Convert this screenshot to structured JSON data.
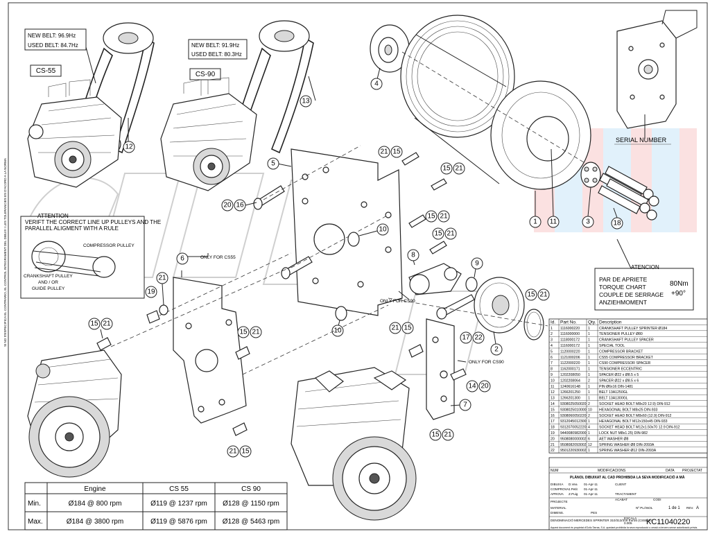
{
  "belt_labels": {
    "cs55": {
      "tag": "CS-55",
      "new": "NEW BELT: 96.9Hz",
      "used": "USED BELT: 84.7Hz"
    },
    "cs90": {
      "tag": "CS-90",
      "new": "NEW BELT: 91.9Hz",
      "used": "USED BELT: 80.3Hz"
    }
  },
  "serial_label": "SERIAL NUMBER",
  "attention": {
    "title": "ATTENTION",
    "line1": "VERIFT THE CORRECT LINE UP PULLEYS AND THE",
    "line2": "PARALLEL ALIGMENT WITH A RULE",
    "compressor": "COMPRESSOR PULLEY",
    "crank1": "CRANKSHAFT PULLEY",
    "crank2": "AND / OR",
    "crank3": "GUIDE PULLEY"
  },
  "atencion": {
    "title": "ATENCION",
    "lines": [
      "PAR DE APRIETE",
      "TORQUE CHART",
      "COUPLE DE SERRAGE",
      "ANZIEHMOMENT"
    ],
    "value1": "80Nm",
    "value2": "+90°"
  },
  "callouts": {
    "only_cs55": "ONLY FOR CS55",
    "only_cs90_a": "ONLY FOR CS90",
    "only_cs90_b": "ONLY FOR CS90"
  },
  "side_note": "SI NO S'ESPECIFICA EL CONTRARIO, EL CONTROL INTEGRAMENT DEL DIBUIX I LES TOLERANCIES ES D'ACORD A LA NORMA",
  "balloons": [
    {
      "id": "b4",
      "t": "4"
    },
    {
      "id": "b12",
      "t": "12"
    },
    {
      "id": "b13",
      "t": "13"
    },
    {
      "id": "b5",
      "t": "5"
    },
    {
      "id": "b21a",
      "t": "21"
    },
    {
      "id": "b15a",
      "t": "15"
    },
    {
      "id": "b15b",
      "t": "15"
    },
    {
      "id": "b21b",
      "t": "21"
    },
    {
      "id": "b20a",
      "t": "20"
    },
    {
      "id": "b16",
      "t": "16"
    },
    {
      "id": "b15c",
      "t": "15"
    },
    {
      "id": "b21c",
      "t": "21"
    },
    {
      "id": "b10a",
      "t": "10"
    },
    {
      "id": "b15d",
      "t": "15"
    },
    {
      "id": "b21d",
      "t": "21"
    },
    {
      "id": "b1",
      "t": "1"
    },
    {
      "id": "b11",
      "t": "11"
    },
    {
      "id": "b3",
      "t": "3"
    },
    {
      "id": "b18",
      "t": "18"
    },
    {
      "id": "b6",
      "t": "6"
    },
    {
      "id": "b21e",
      "t": "21"
    },
    {
      "id": "b19",
      "t": "19"
    },
    {
      "id": "b8",
      "t": "8"
    },
    {
      "id": "b9",
      "t": "9"
    },
    {
      "id": "b15e",
      "t": "15"
    },
    {
      "id": "b21f",
      "t": "21"
    },
    {
      "id": "b10b",
      "t": "10"
    },
    {
      "id": "b17",
      "t": "17"
    },
    {
      "id": "b22",
      "t": "22"
    },
    {
      "id": "b2",
      "t": "2"
    },
    {
      "id": "b15f",
      "t": "15"
    },
    {
      "id": "b21g",
      "t": "21"
    },
    {
      "id": "b15g",
      "t": "15"
    },
    {
      "id": "b21h",
      "t": "21"
    },
    {
      "id": "b15h",
      "t": "15"
    },
    {
      "id": "b21i",
      "t": "21"
    },
    {
      "id": "b14",
      "t": "14"
    },
    {
      "id": "b20b",
      "t": "20"
    },
    {
      "id": "b7",
      "t": "7"
    },
    {
      "id": "b15i",
      "t": "15"
    },
    {
      "id": "b21j",
      "t": "21"
    },
    {
      "id": "b21k",
      "t": "21"
    },
    {
      "id": "b15j",
      "t": "15"
    }
  ],
  "rpm_table": {
    "headers": [
      "Engine",
      "CS 55",
      "CS 90"
    ],
    "rows": [
      {
        "label": "Min.",
        "engine": "Ø184 @ 800 rpm",
        "cs55": "Ø119 @ 1237 rpm",
        "cs90": "Ø128 @ 1150 rpm"
      },
      {
        "label": "Max.",
        "engine": "Ø184 @ 3800 rpm",
        "cs55": "Ø119 @ 5876 rpm",
        "cs90": "Ø128 @ 5463 rpm"
      }
    ]
  },
  "parts_table": {
    "headers": [
      "Id.",
      "Part No.",
      "Qty.",
      "Description"
    ],
    "rows": [
      [
        "1",
        "1116000220",
        "1",
        "CRANKSHAFT PULLEY SPRINTER Ø184"
      ],
      [
        "2",
        "1116000000",
        "1",
        "TENSIONER PULLEY Ø80"
      ],
      [
        "3",
        "1118000172",
        "1",
        "CRANKSHAFT PULLEY SPACER"
      ],
      [
        "4",
        "1116000172",
        "1",
        "SPECIAL TOOL"
      ],
      [
        "5",
        "1120000220",
        "1",
        "COMPRESSOR BRACKET"
      ],
      [
        "6",
        "1121000206",
        "1",
        "CS55 COMPRESSOR BRACKET"
      ],
      [
        "7",
        "1122000220",
        "1",
        "CS90 COMPRESSOR SPACER"
      ],
      [
        "8",
        "1162000171",
        "1",
        "TENSIONER ECCENTRIC"
      ],
      [
        "9",
        "1202208050",
        "1",
        "SPACER Ø22 x Ø8.5 x 5"
      ],
      [
        "10",
        "1202208064",
        "2",
        "SPACER Ø22 x Ø8.5 x 6"
      ],
      [
        "11",
        "1240616148",
        "1",
        "PIN Ø6x16 DIN-1481"
      ],
      [
        "12",
        "1266201250",
        "1",
        "BELT 13A1250GL"
      ],
      [
        "13",
        "1266201300",
        "1",
        "BELT 13A1300GL"
      ],
      [
        "14",
        "9308025050020",
        "2",
        "SOCKET HEAD BOLT M8x20 12.9) DIN-912"
      ],
      [
        "15",
        "9308025010000",
        "10",
        "HEXAGONAL BOLT M8x25 DIN-933"
      ],
      [
        "16",
        "9308060050220",
        "2",
        "SOCKET HEAD BOLT M8x60 (12.9) DIN-912"
      ],
      [
        "17",
        "9312045012300",
        "1",
        "HEXAGONAL BOLT M12x150x45 DIN-933"
      ],
      [
        "18",
        "9312070052220",
        "4",
        "SOCKET HEAD BOLT M12x1.50x70 12.9 DIN-912"
      ],
      [
        "19",
        "9440080982000",
        "1",
        "LOCK NUT M8x1.25) DIN-982"
      ],
      [
        "20",
        "9508080000002",
        "6",
        "AET WASHER Ø8"
      ],
      [
        "21",
        "9508082093002",
        "12",
        "SPRING WASHER Ø8 DIN-2093A"
      ],
      [
        "22",
        "9501220930002",
        "1",
        "SPRING WASHER Ø12 DIN-2093A"
      ]
    ]
  },
  "title_block": {
    "modif_header": "MODIFICACIONS",
    "modif_cols": [
      "NUM",
      "DATA",
      "PROJECTAT"
    ],
    "copyright": "PLÀNOL DIBUIXAT AL CAD PROHIBIDA LA SEVA MODIFICACIÓ A MÀ",
    "fields": [
      {
        "k": "DIBUIXA",
        "v": "D.Vea",
        "d": "01-Apr-11"
      },
      {
        "k": "COMPROVA",
        "v": "J.Petit",
        "d": "01-Apr-11"
      },
      {
        "k": "APROVA",
        "v": "Z.Puig",
        "d": "01-Apr-11"
      }
    ],
    "client_label": "CLIENT",
    "treatment_label": "TRACTAMENT",
    "finish_label": "ACABAT",
    "code_label": "CODI",
    "project_label": "PROJECTE",
    "material_label": "MATERIAL",
    "dimensions_label": "DIMENS.",
    "weight_label": "PES",
    "scale_label": "ESCALA",
    "scale_value": "0.005",
    "sheet_label": "Nº PLÀNOL",
    "sheet_value": "1 de 1",
    "rev_label": "REV.",
    "rev_value": "A",
    "name_label": "DENOMINACIÓ",
    "name_value": "MERCEDES SPRINTER 310/313/316 Euro5 (CS55-90)",
    "drawing_no": "KC11040220",
    "footer": "Aquest document és propietat d'Ozilo Tarras, S.A. quedant prohibida la seva reproducció o cessió a tercers sense autorització prèvia."
  },
  "brand_colors": {
    "watermark_red": "#f4a8a8",
    "watermark_blue": "#a8d8f4",
    "line": "#222222"
  }
}
